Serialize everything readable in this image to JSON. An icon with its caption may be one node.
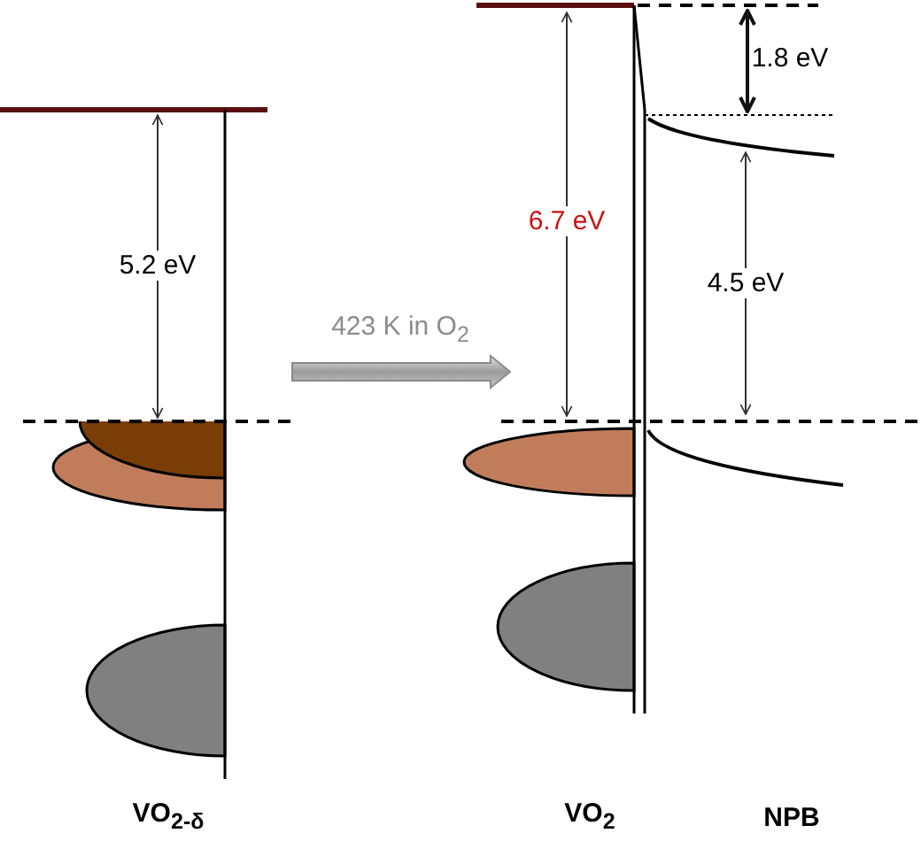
{
  "diagram": {
    "labels": [
      "5.2 eV",
      "423 K in O$_{2}$",
      "6.7 eV",
      "1.8 eV",
      "4.5 eV",
      "VO$_{2-δ}$",
      "VO$_{2}$",
      "NPB"
    ]
  }
}
